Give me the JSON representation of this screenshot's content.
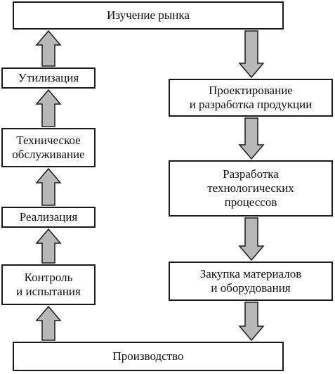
{
  "diagram": {
    "nodes": {
      "market": "Изучение рынка",
      "design": "Проектирование\nи разработка продукции",
      "tech": "Разработка\nтехнологических\nпроцессов",
      "purchase": "Закупка материалов\nи оборудования",
      "production": "Производство",
      "control": "Контроль\nи испытания",
      "sales": "Реализация",
      "service": "Техническое\nобслуживание",
      "disposal": "Утилизация"
    },
    "edges": [
      {
        "from": "market",
        "to": "design"
      },
      {
        "from": "design",
        "to": "tech"
      },
      {
        "from": "tech",
        "to": "purchase"
      },
      {
        "from": "purchase",
        "to": "production"
      },
      {
        "from": "production",
        "to": "control"
      },
      {
        "from": "control",
        "to": "sales"
      },
      {
        "from": "sales",
        "to": "service"
      },
      {
        "from": "service",
        "to": "disposal"
      },
      {
        "from": "disposal",
        "to": "market"
      }
    ],
    "colors": {
      "border": "#1a1a1a",
      "arrow_fill": "#b8b8b8",
      "arrow_stroke": "#1a1a1a"
    }
  }
}
